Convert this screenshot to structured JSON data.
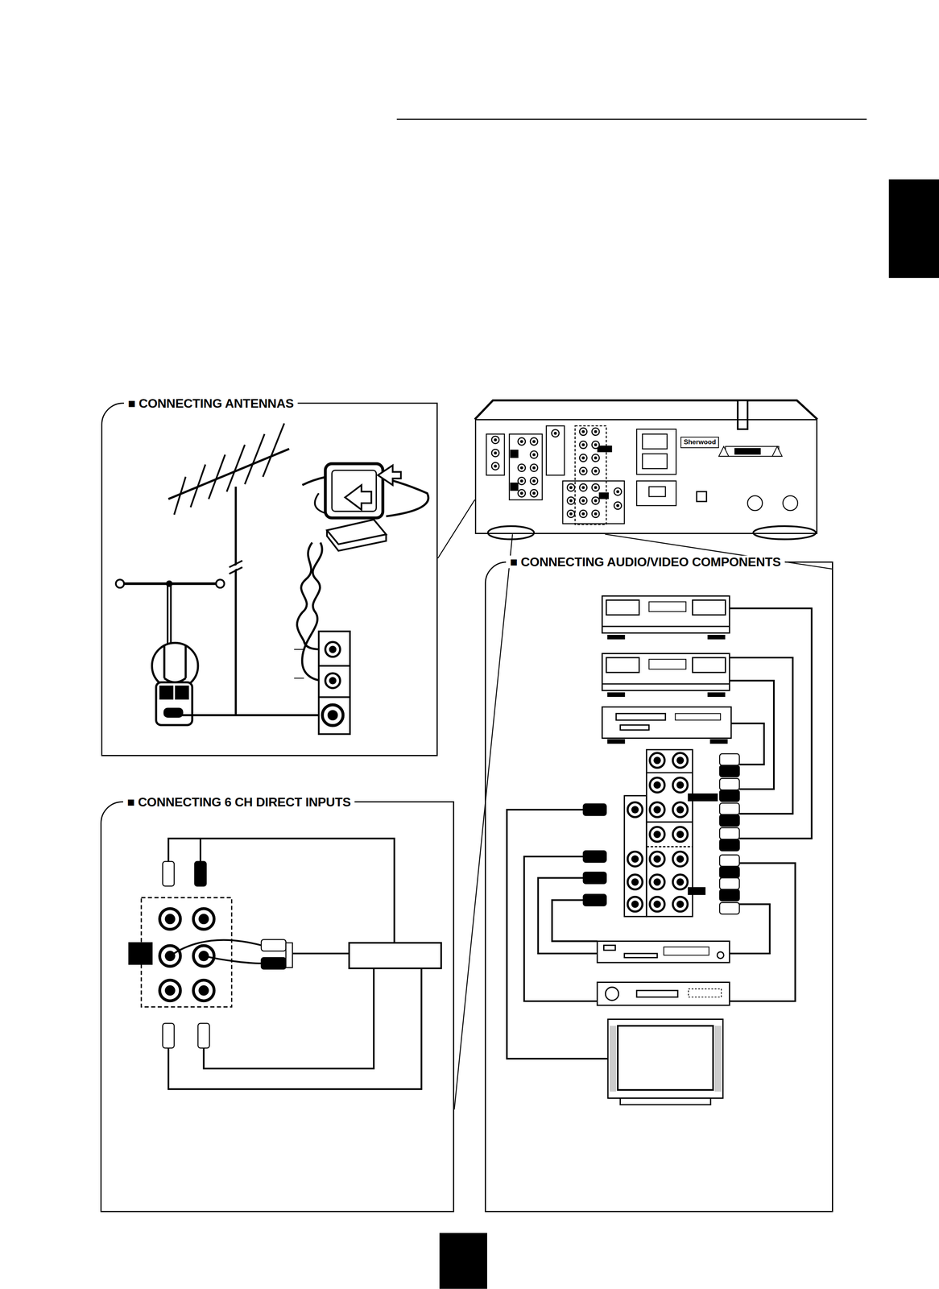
{
  "diagram": {
    "nodes": [
      {
        "text": [
          "■ CONNECTING ANTENNAS"
        ]
      },
      {
        "text": [
          "Sherwood"
        ]
      },
      {
        "text": [
          "■ CONNECTING AUDIO/VIDEO COMPONENTS"
        ]
      },
      {
        "text": [
          "■ CONNECTING 6 CH DIRECT INPUTS"
        ]
      }
    ],
    "edges": [
      {
        "from": 1,
        "to": 0,
        "arrow": "none"
      },
      {
        "from": 1,
        "to": 3,
        "arrow": "none"
      },
      {
        "from": 1,
        "to": 2,
        "arrow": "none"
      }
    ]
  }
}
